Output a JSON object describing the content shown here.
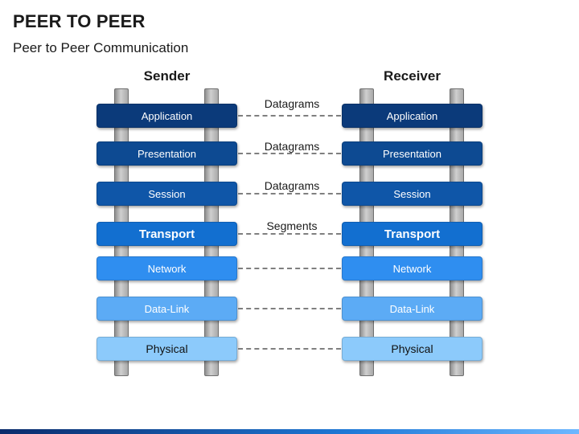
{
  "header": {
    "title": "PEER TO PEER",
    "subtitle": "Peer to Peer Communication"
  },
  "columns": {
    "sender": "Sender",
    "receiver": "Receiver"
  },
  "layers": [
    {
      "label": "Application",
      "color": "#0b3a7a",
      "connection": "Datagrams"
    },
    {
      "label": "Presentation",
      "color": "#0d4a92",
      "connection": "Datagrams"
    },
    {
      "label": "Session",
      "color": "#0f56a8",
      "connection": "Datagrams"
    },
    {
      "label": "Transport",
      "color": "#126fd0",
      "connection": "Segments"
    },
    {
      "label": "Network",
      "color": "#2f8ef0",
      "connection": ""
    },
    {
      "label": "Data-Link",
      "color": "#5cabf5",
      "connection": ""
    },
    {
      "label": "Physical",
      "color": "#8ccafb",
      "connection": ""
    }
  ],
  "colors": {
    "rail": "#a9a9a9",
    "dash": "#7f7f7f",
    "accent_bar": "#1e78d6"
  }
}
